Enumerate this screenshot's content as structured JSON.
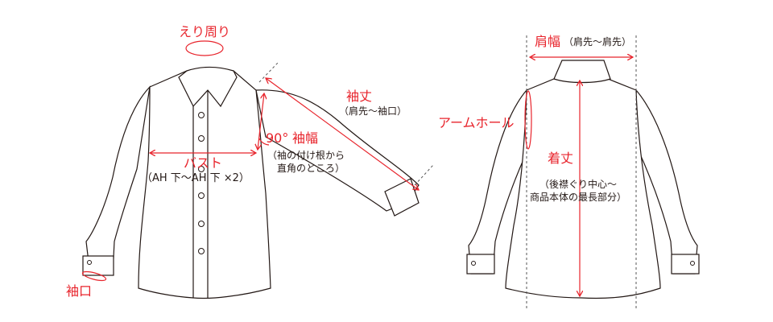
{
  "colors": {
    "measure": "#e8242c",
    "outline": "#231815",
    "guide": "#555555"
  },
  "front": {
    "collar": {
      "label": "えり周り"
    },
    "bust": {
      "label": "バスト",
      "note": "（AH 下〜AH 下 ×2）"
    },
    "sleeve_length": {
      "label": "袖丈",
      "note": "（肩先〜袖口）"
    },
    "sleeve_width": {
      "angle": "90°",
      "label": "袖幅",
      "note_line1": "（袖の付け根から",
      "note_line2": "直角のところ）"
    },
    "cuff": {
      "label": "袖口"
    }
  },
  "back": {
    "shoulder": {
      "label": "肩幅",
      "note": "（肩先〜肩先）"
    },
    "armhole": {
      "label": "アームホール"
    },
    "length": {
      "label": "着丈",
      "note_line1": "（後襟ぐり中心〜",
      "note_line2": "商品本体の最長部分）"
    }
  }
}
